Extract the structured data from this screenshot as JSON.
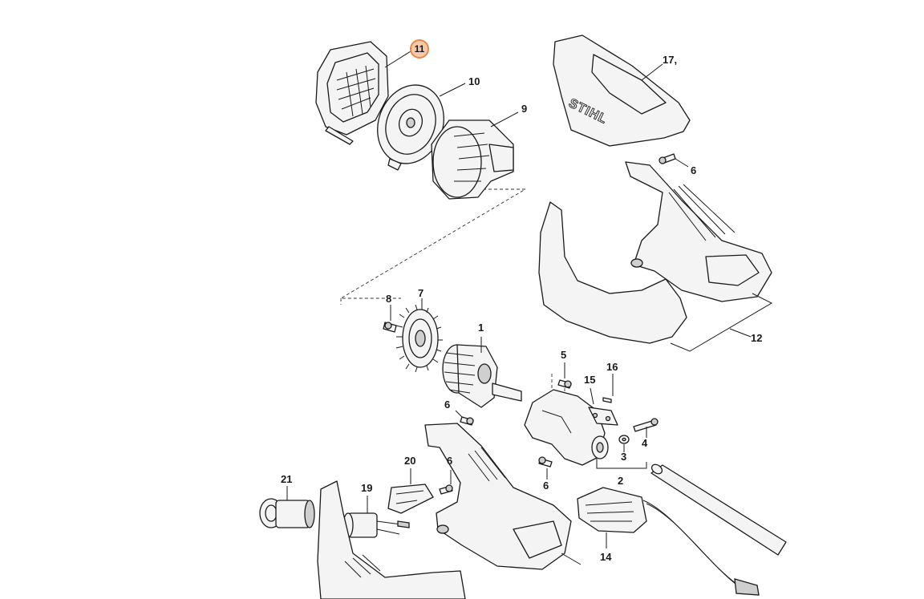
{
  "diagram": {
    "brand_text": "STIHL",
    "highlight_color": "#e8884a",
    "highlight_fill": "#f7c9a8",
    "selected_callout": "11",
    "callouts": {
      "c1": "1",
      "c2": "2",
      "c3": "3",
      "c4": "4",
      "c5": "5",
      "c6a": "6",
      "c6b": "6",
      "c6c": "6",
      "c6d": "6",
      "c7": "7",
      "c8": "8",
      "c9": "9",
      "c10": "10",
      "c11": "11",
      "c12": "12",
      "c14": "14",
      "c15": "15",
      "c16": "16",
      "c17": "17,",
      "c19": "19",
      "c20": "20",
      "c21": "21"
    }
  }
}
